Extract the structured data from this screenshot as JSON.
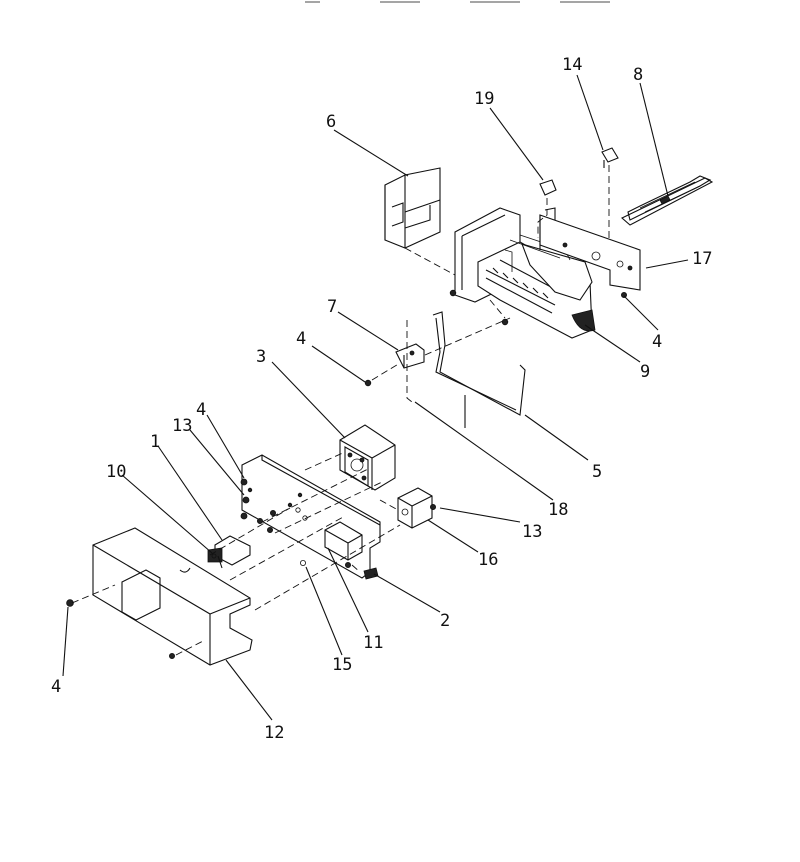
{
  "callouts": {
    "c1": "1",
    "c2": "2",
    "c3": "3",
    "c4a": "4",
    "c4b": "4",
    "c4c": "4",
    "c4d": "4",
    "c5": "5",
    "c6": "6",
    "c7": "7",
    "c8": "8",
    "c9": "9",
    "c10": "10",
    "c11": "11",
    "c12": "12",
    "c13a": "13",
    "c13b": "13",
    "c14": "14",
    "c15": "15",
    "c16": "16",
    "c17": "17",
    "c18": "18",
    "c19": "19"
  }
}
